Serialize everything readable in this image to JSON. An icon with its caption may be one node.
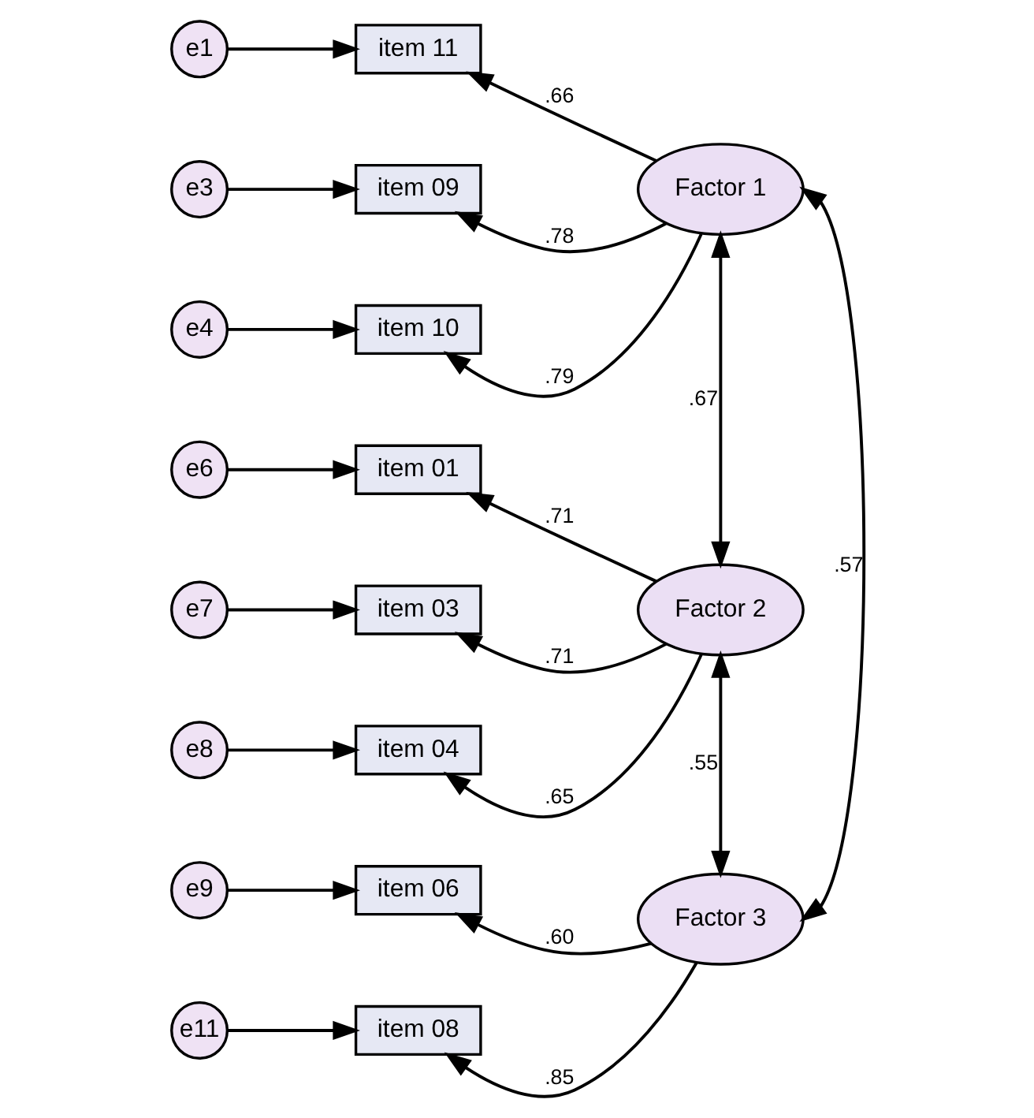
{
  "diagram": {
    "nodes": [
      {
        "text": [
          "e1"
        ]
      },
      {
        "text": [
          "item 11"
        ]
      },
      {
        "text": [
          "e3"
        ]
      },
      {
        "text": [
          "item 09"
        ]
      },
      {
        "text": [
          "Factor 1"
        ]
      },
      {
        "text": [
          "e4"
        ]
      },
      {
        "text": [
          "item 10"
        ]
      },
      {
        "text": [
          "e6"
        ]
      },
      {
        "text": [
          "item 01"
        ]
      },
      {
        "text": [
          "e7"
        ]
      },
      {
        "text": [
          "item 03"
        ]
      },
      {
        "text": [
          "Factor 2"
        ]
      },
      {
        "text": [
          "e8"
        ]
      },
      {
        "text": [
          "item 04"
        ]
      },
      {
        "text": [
          "e9"
        ]
      },
      {
        "text": [
          "item 06"
        ]
      },
      {
        "text": [
          "Factor 3"
        ]
      },
      {
        "text": [
          "e11"
        ]
      },
      {
        "text": [
          "item 08"
        ]
      }
    ],
    "edges": [
      {
        "from": 0,
        "to": 1,
        "arrow": "to"
      },
      {
        "from": 2,
        "to": 3,
        "arrow": "to"
      },
      {
        "from": 5,
        "to": 6,
        "arrow": "to"
      },
      {
        "from": 7,
        "to": 8,
        "arrow": "to"
      },
      {
        "from": 9,
        "to": 10,
        "arrow": "to"
      },
      {
        "from": 12,
        "to": 13,
        "arrow": "to"
      },
      {
        "from": 14,
        "to": 15,
        "arrow": "to"
      },
      {
        "from": 17,
        "to": 18,
        "arrow": "to"
      },
      {
        "from": 4,
        "to": 1,
        "arrow": "to",
        "label": ".66"
      },
      {
        "from": 4,
        "to": 3,
        "arrow": "to",
        "label": ".78"
      },
      {
        "from": 4,
        "to": 6,
        "arrow": "to",
        "label": ".79"
      },
      {
        "from": 11,
        "to": 8,
        "arrow": "to",
        "label": ".71"
      },
      {
        "from": 11,
        "to": 10,
        "arrow": "to",
        "label": ".71"
      },
      {
        "from": 11,
        "to": 13,
        "arrow": "to",
        "label": ".65"
      },
      {
        "from": 16,
        "to": 15,
        "arrow": "to",
        "label": ".60"
      },
      {
        "from": 16,
        "to": 18,
        "arrow": "to",
        "label": ".85"
      },
      {
        "from": 4,
        "to": 11,
        "arrow": "both",
        "label": ".67"
      },
      {
        "from": 11,
        "to": 16,
        "arrow": "both",
        "label": ".55"
      },
      {
        "from": 4,
        "to": 16,
        "arrow": "both",
        "label": ".57"
      }
    ]
  }
}
